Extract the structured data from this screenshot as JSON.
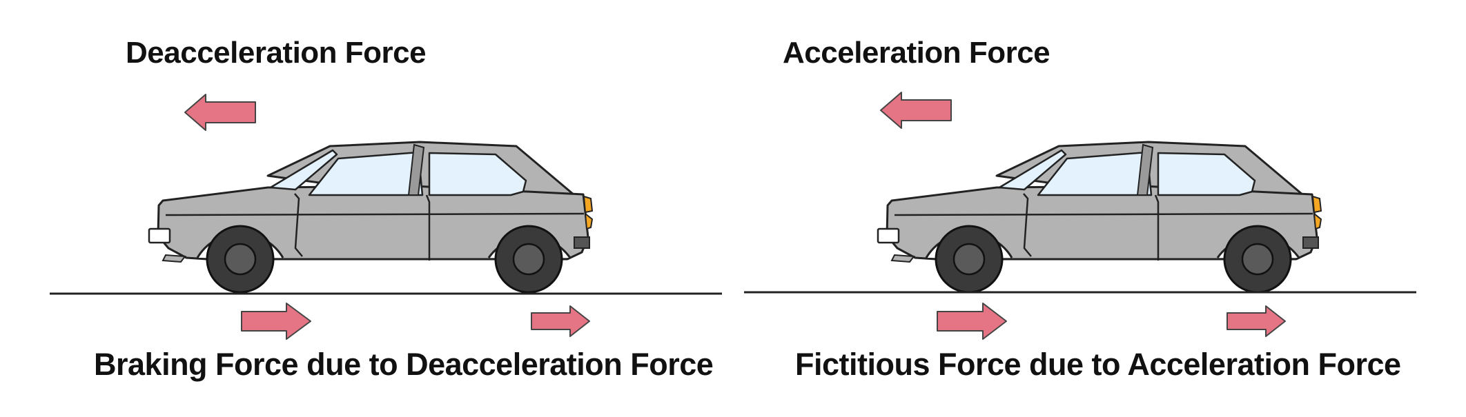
{
  "panels": [
    {
      "top_label": "Deacceleration Force",
      "bottom_label": "Braking Force due to Deacceleration Force"
    },
    {
      "top_label": "Acceleration Force",
      "bottom_label": "Fictitious Force due to Acceleration Force"
    }
  ],
  "colors": {
    "arrow_fill": "#e57584",
    "car_body": "#b3b3b3",
    "window": "#e3f2fd",
    "tire": "#3a3a3a",
    "indicator": "#f5a623",
    "outline": "#222222"
  }
}
